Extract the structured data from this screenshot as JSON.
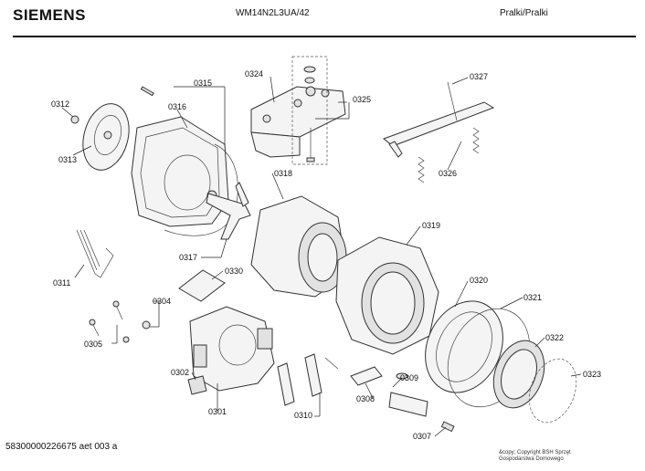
{
  "header": {
    "brand": "SIEMENS",
    "model": "WM14N2L3UA/42",
    "category": "Pralki/Pralki"
  },
  "footer": {
    "document_number": "58300000226675 aet 003 a",
    "copyright_line1": "&copy; Copyright BSH Sprzęt",
    "copyright_line2": "Gospodarstwa Domowego"
  },
  "parts": {
    "p0301": "0301",
    "p0302": "0302",
    "p0304": "0304",
    "p0305": "0305",
    "p0307": "0307",
    "p0308": "0308",
    "p0309": "0309",
    "p0310": "0310",
    "p0311": "0311",
    "p0312": "0312",
    "p0313": "0313",
    "p0315": "0315",
    "p0316": "0316",
    "p0317": "0317",
    "p0318": "0318",
    "p0319": "0319",
    "p0320": "0320",
    "p0321": "0321",
    "p0322": "0322",
    "p0323": "0323",
    "p0324": "0324",
    "p0325": "0325",
    "p0326": "0326",
    "p0327": "0327",
    "p0330": "0330"
  }
}
